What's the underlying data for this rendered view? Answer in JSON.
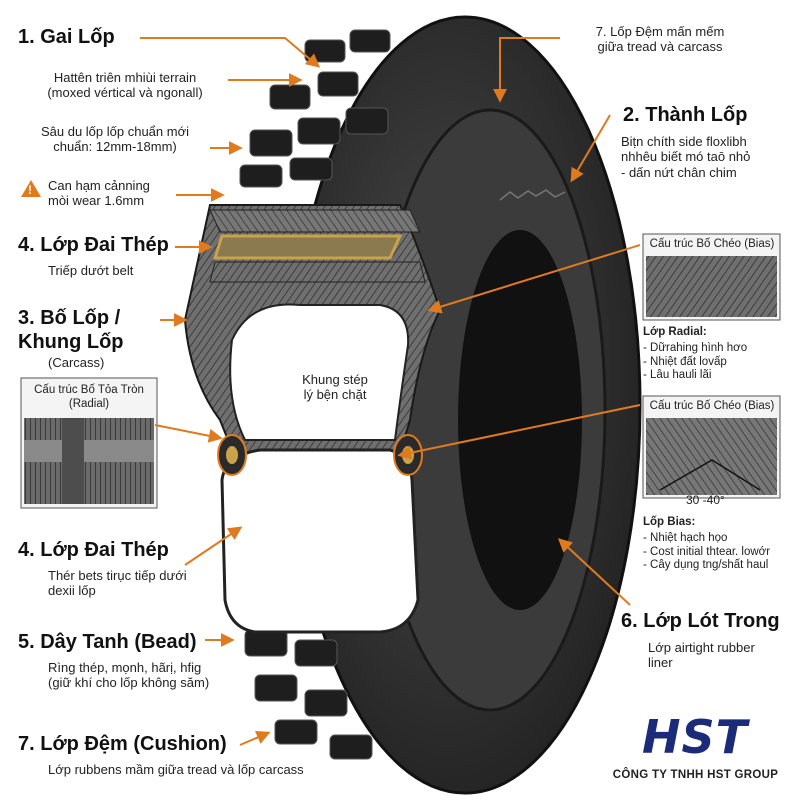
{
  "colors": {
    "accent": "#e07a1f",
    "brand": "#1c2a7a",
    "rubber": "#2d2d2d"
  },
  "labels": {
    "gai_title": "1. Gai Lốp",
    "gai_desc": "Hattên triên mhiùi terrain\n(moxed vértical và ngonall)",
    "gai_depth": "Sâu du lốp lốp chuẩn mới\nchuẩn: 12mm-18mm)",
    "gai_warn": "Can hạm cảnning\nmòi wear 1.6mm",
    "cushion_top": "7. Lốp Đệm mấn mếm\ngiữa tread và carcass",
    "thanh_title": "2. Thành Lốp",
    "thanh_desc": "Biṭn chíth side floxlibh\nnhhêu biết mó taō nhỏ\n- dấn nứt chân chim",
    "dai_title": "4. Lớp Đai Thép",
    "dai_desc": "Triếp dướt belt",
    "bo_title": "3. Bố Lốp /\nKhung Lốp",
    "bo_sub": "(Carcass)",
    "khung": "Khung stép\nlý bện chặt",
    "radial_box": "Cấu trúc Bố Tỏa Tròn\n(Radial)",
    "dai2_title": "4. Lớp Đai Thép",
    "dai2_desc": "Thér bets tirục tiếp dưới\ndexii lốp",
    "bead_title": "5. Dây Tanh (Bead)",
    "bead_desc": "Rìng thép, mọnh, hãrị, hfig\n(giữ khí cho lốp không săm)",
    "cushion_title": "7. Lớp Đệm (Cushion)",
    "cushion_desc": "Lớp rubbens mầm giữa tread và lốp carcass",
    "bias_box1": "Cấu trúc Bố Chéo (Bias)",
    "radial_title": "Lớp Radial:",
    "radial_items": "- Dữrahing hình hơo\n- Nhiệt đất lovấp\n- Lâu hauli lãi",
    "bias_box2": "Cấu trúc Bố Chéo (Bias)",
    "angle": "30 -40°",
    "bias_title": "Lốp Bias:",
    "bias_items": "- Nhiệt hạch họo\n- Cost initial thtear. lowớr\n- Cây dụng tng/shất haul",
    "lot_title": "6. Lớp Lót Trong",
    "lot_desc": "Lớp airtight rubber\nliner",
    "logo": "HST",
    "company": "CÔNG TY TNHH HST GROUP"
  }
}
